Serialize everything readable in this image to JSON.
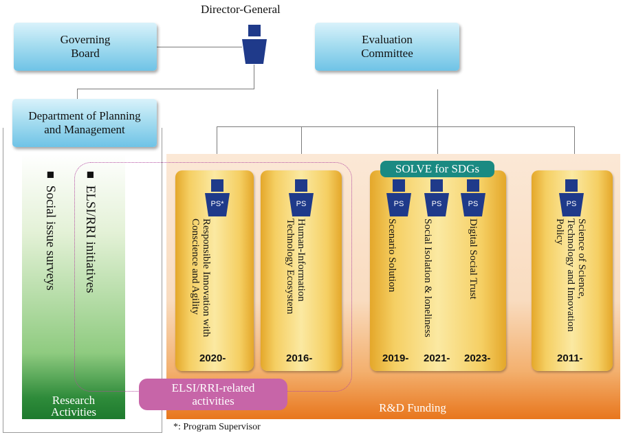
{
  "director": "Director-General",
  "governing_board": "Governing Board",
  "evaluation_committee": "Evaluation Committee",
  "dept": "Department of Planning and Management",
  "research": {
    "social_issue": "■ Social issue surveys",
    "elsi": "■ ELSI/RRI initiatives",
    "label": "Research Activities"
  },
  "elsi_related": "ELSI/RRI-related activities",
  "solve_label": "SOLVE for SDGs",
  "rd_funding": "R&D Funding",
  "footnote": "*: Program Supervisor",
  "ps_label": "PS",
  "ps_star_label": "PS*",
  "programs": [
    {
      "title": "Responsible Innovation with Conscience and Agility",
      "year": "2020-"
    },
    {
      "title": "Human-Information Technology Ecosystem",
      "year": "2016-"
    },
    {
      "title": "Scenario Solution",
      "year": "2019-"
    },
    {
      "title": "Social Isolation & loneliness",
      "year": "2021-"
    },
    {
      "title": "Digital Social Trust",
      "year": "2023-"
    },
    {
      "title": "Science of Science, Technology and Innovation Policy",
      "year": "2011-"
    }
  ],
  "colors": {
    "director_icon": "#1f3a8a",
    "solve": "#1a8a82",
    "elsi_related": "#c765a8",
    "research_green": "#2e8b3a",
    "rd_orange": "#e8761d"
  }
}
